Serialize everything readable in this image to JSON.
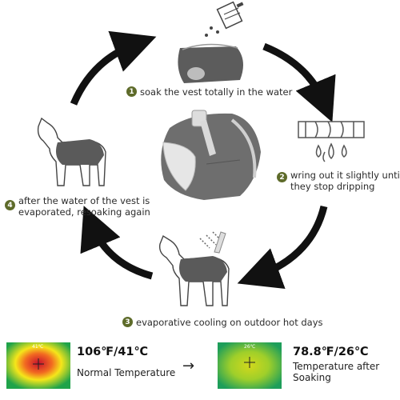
{
  "steps": [
    {
      "number": "1",
      "text": "soak the vest totally in the water"
    },
    {
      "number": "2",
      "lines": [
        "wring out it slightly until",
        "they stop dripping"
      ]
    },
    {
      "number": "3",
      "text": "evaporative cooling on outdoor hot days"
    },
    {
      "number": "4",
      "lines": [
        "after the water of the vest is",
        "evaporated, resoaking again"
      ]
    }
  ],
  "comparison": {
    "before": {
      "temp": "106℉/41℃",
      "label": "Normal Temperature",
      "image_label": "41℃"
    },
    "after": {
      "temp": "78.8℉/26℃",
      "label_lines": [
        "Temperature after",
        "Soaking"
      ],
      "image_label": "26℃"
    },
    "arrow": "→"
  },
  "colors": {
    "accent": "#5e6b2a",
    "vest": "#6b6b6b",
    "arrow": "#111111"
  }
}
